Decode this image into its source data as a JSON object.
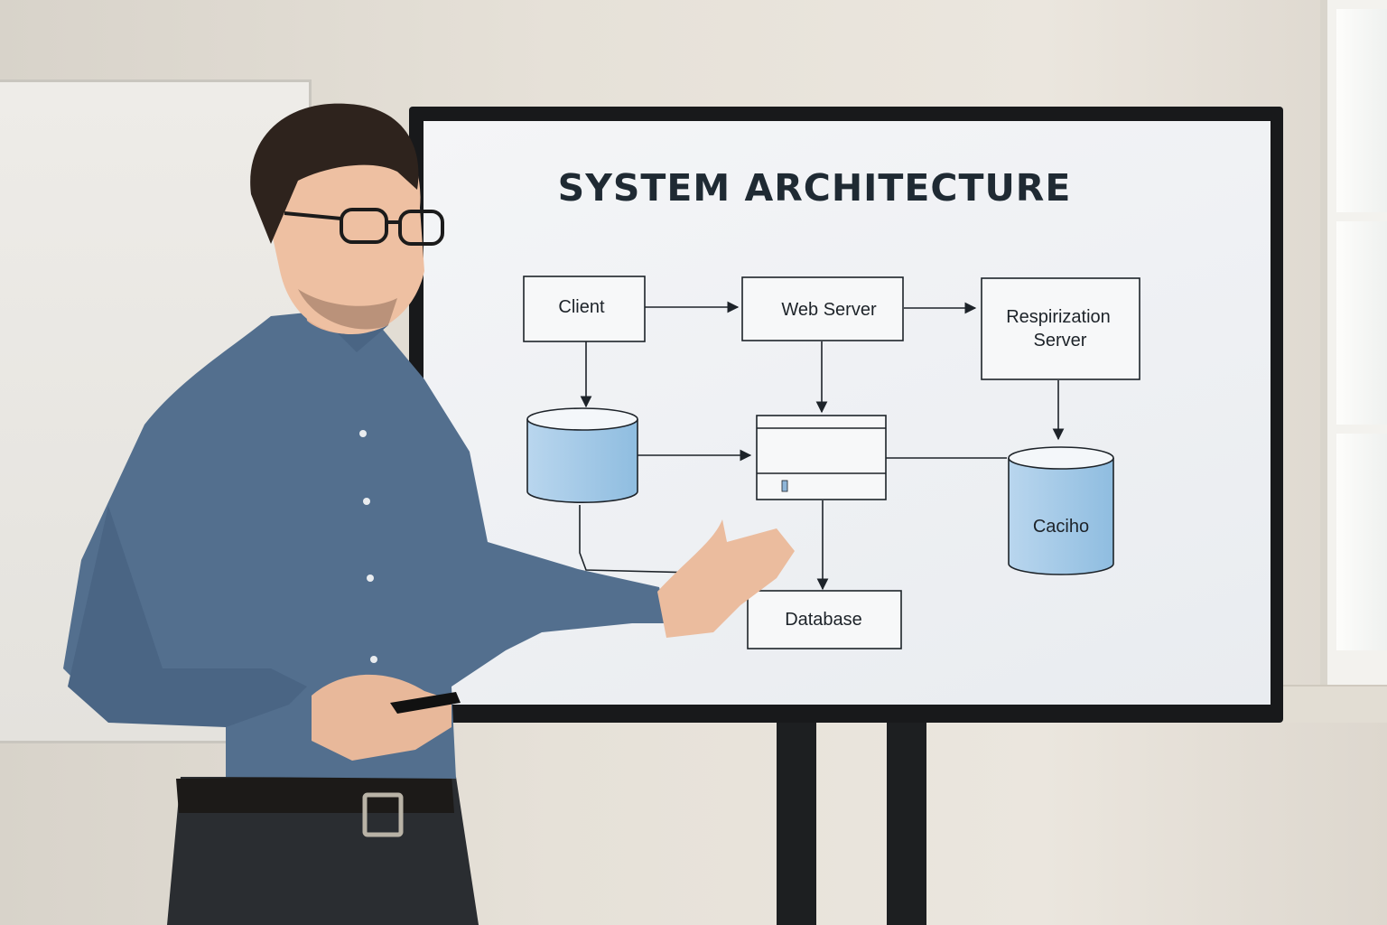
{
  "slide": {
    "title": "SYSTEM ARCHITECTURE",
    "nodes": {
      "client": "Client",
      "web_server": "Web Server",
      "respirization_line1": "Respirization",
      "respirization_line2": "Server",
      "cache": "Caciho",
      "database": "Database"
    }
  },
  "colors": {
    "cylinder_fill": "#a8cbe6",
    "shirt": "#4f6d8c",
    "screen_bg": "#f2f3f5"
  }
}
